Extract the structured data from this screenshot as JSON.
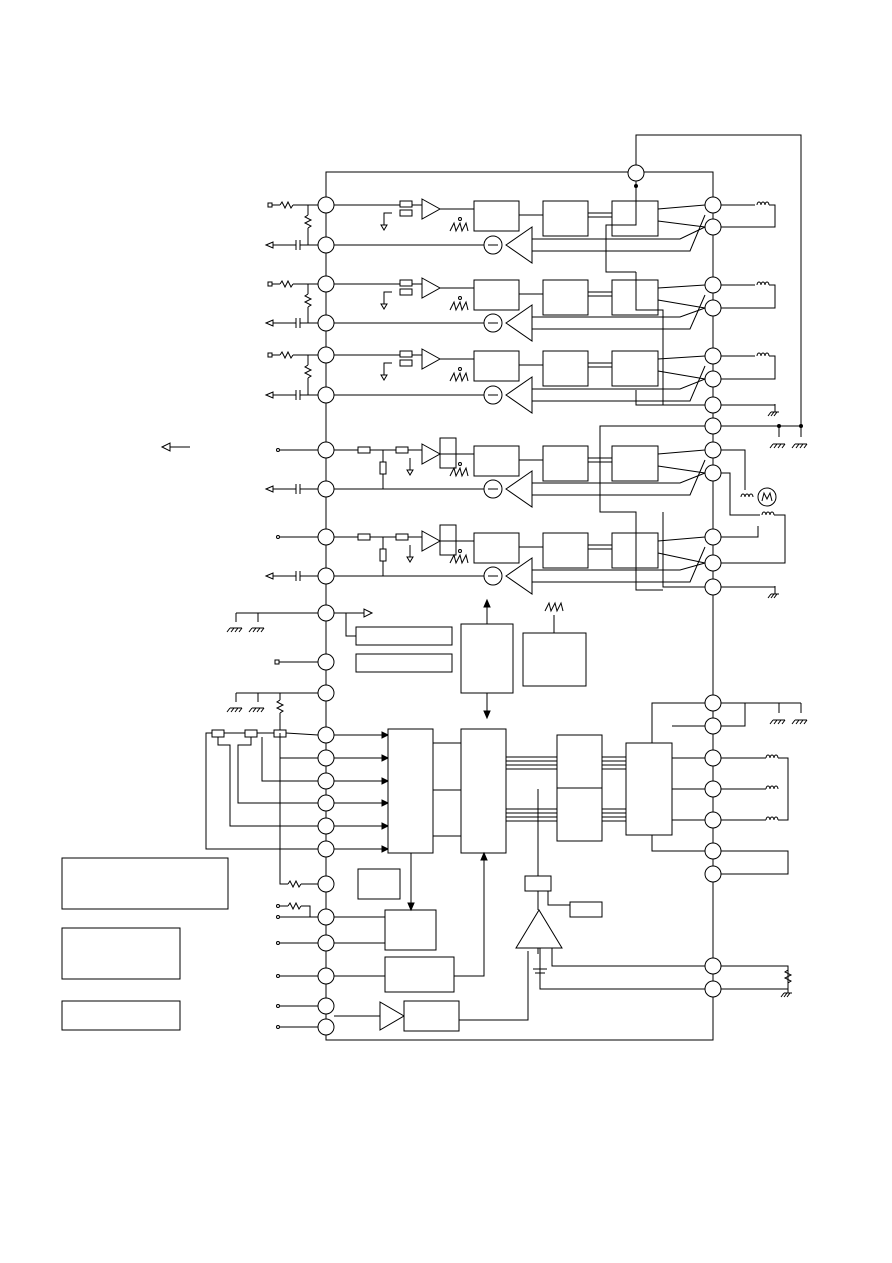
{
  "diagram": {
    "type": "IC block diagram (motor driver) - schematic",
    "colors": {
      "line": "#000000",
      "background": "#ffffff"
    },
    "left_channels": 5,
    "right_pins_upper": 13,
    "left_pins_lower": 14,
    "right_pins_lower": 8,
    "legend_boxes": 3,
    "text_labels": []
  }
}
